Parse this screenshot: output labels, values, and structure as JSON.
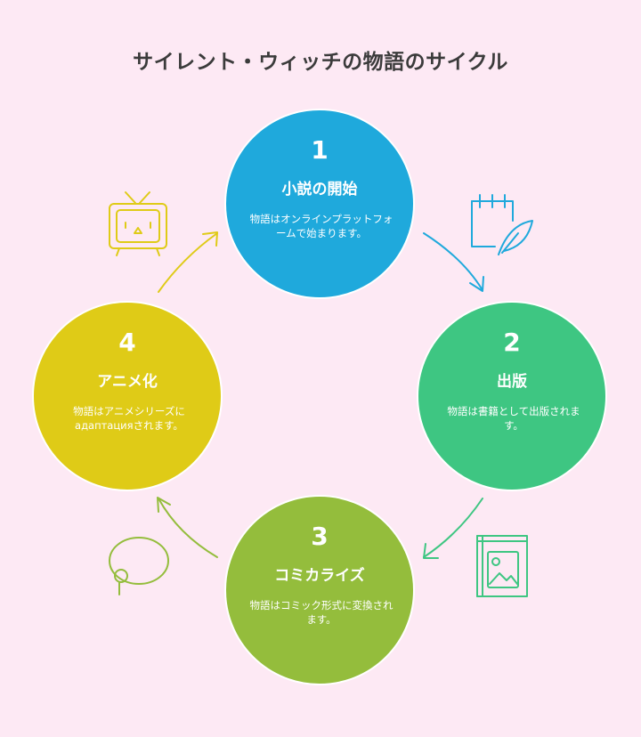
{
  "title": "サイレント・ウィッチの物語のサイクル",
  "steps": [
    {
      "number": "1",
      "heading": "小説の開始",
      "description": "物語はオンラインプラットフォームで始まります。",
      "color": "#1fa9dc",
      "icon": "calendar-quill-icon"
    },
    {
      "number": "2",
      "heading": "出版",
      "description": "物語は書籍として出版されます。",
      "color": "#3ec682",
      "icon": "picture-book-icon"
    },
    {
      "number": "3",
      "heading": "コミカライズ",
      "description": "物語はコミック形式に変換されます。",
      "color": "#94bd3c",
      "icon": "speech-bubble-icon"
    },
    {
      "number": "4",
      "heading": "アニメ化",
      "description": "物語はアニメシリーズにадаптацияされます。",
      "color": "#dfcb17",
      "icon": "retro-tv-icon"
    }
  ]
}
